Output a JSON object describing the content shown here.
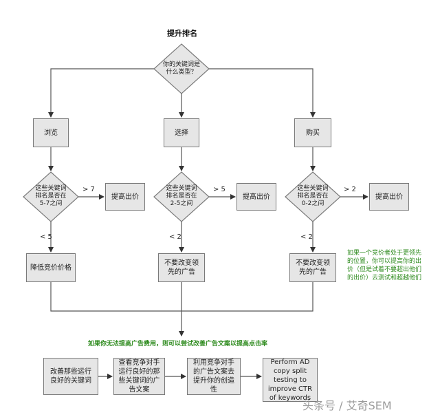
{
  "title": "提升排名",
  "decision_top": "你的关键词是\n什么类型？",
  "categories": [
    "浏览",
    "选择",
    "购买"
  ],
  "col1": {
    "diamond": "这些关键词\n排名是否在\n5-7之间",
    "gt_label": "> 7",
    "gt_action": "提高出价",
    "lt_label": "< 5",
    "lt_action": "降低竞价价格"
  },
  "col2": {
    "diamond": "这些关键词\n排名是否在\n2-5之间",
    "gt_label": "> 5",
    "gt_action": "提高出价",
    "lt_label": "< 2",
    "lt_action": "不要改变领\n先的广告"
  },
  "col3": {
    "diamond": "这些关键词\n排名是否在\n0-2之间",
    "gt_label": "> 2",
    "gt_action": "提高出价",
    "lt_label": "< 2",
    "lt_action": "不要改变领\n先的广告"
  },
  "side_note": "如果一个竞价者处于更领先\n的位置，你可以提高你的出\n价（但是试着不要超出他们\n的出价）去测试和超越他们",
  "bottom_note": "如果你无法提高广告费用，则可以尝试改善广告文案以提高点击率",
  "bottom_steps": [
    "改善那些运行\n良好的关键词",
    "查看竞争对手\n运行良好的那\n些关键词的广\n告文案",
    "利用竞争对手\n的广告文案去\n提升你的创造\n性",
    "Perform AD\ncopy split\ntesting to\nimprove CTR\nof keywords"
  ],
  "watermark": "头条号 / 艾奇SEM",
  "colors": {
    "box_fill": "#e6e6e6",
    "line": "#555555",
    "note_green": "#2e8b1e"
  }
}
